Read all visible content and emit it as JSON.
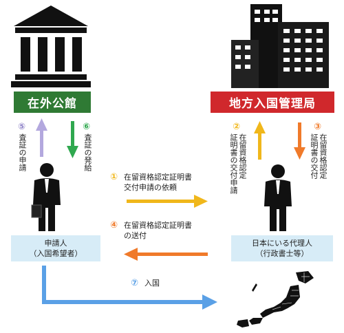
{
  "left_office": {
    "name": "在外公館"
  },
  "right_office": {
    "name": "地方入国管理局"
  },
  "steps": {
    "s5": {
      "num": "⑤",
      "text": "査証の申請",
      "color": "#8b7fc6"
    },
    "s6": {
      "num": "⑥",
      "text": "査証の発給",
      "color": "#2fa84f"
    },
    "s1": {
      "num": "①",
      "text": "在留資格認定証明書\n交付申請の依頼",
      "color": "#f0b71b"
    },
    "s4": {
      "num": "④",
      "text": "在留資格認定証明書\nの送付",
      "color": "#f07a2a"
    },
    "s2": {
      "num": "②",
      "text": "在留資格認定\n証明書の交付申請",
      "color": "#f0b71b"
    },
    "s3": {
      "num": "③",
      "text": "在留資格認定\n証明書の交付",
      "color": "#f07a2a"
    },
    "s7": {
      "num": "⑦",
      "text": "入国",
      "color": "#5aa0e6"
    }
  },
  "applicant": {
    "title": "申請人",
    "subtitle": "（入国希望者）"
  },
  "agent": {
    "title": "日本にいる代理人",
    "subtitle": "（行政書士等）"
  }
}
